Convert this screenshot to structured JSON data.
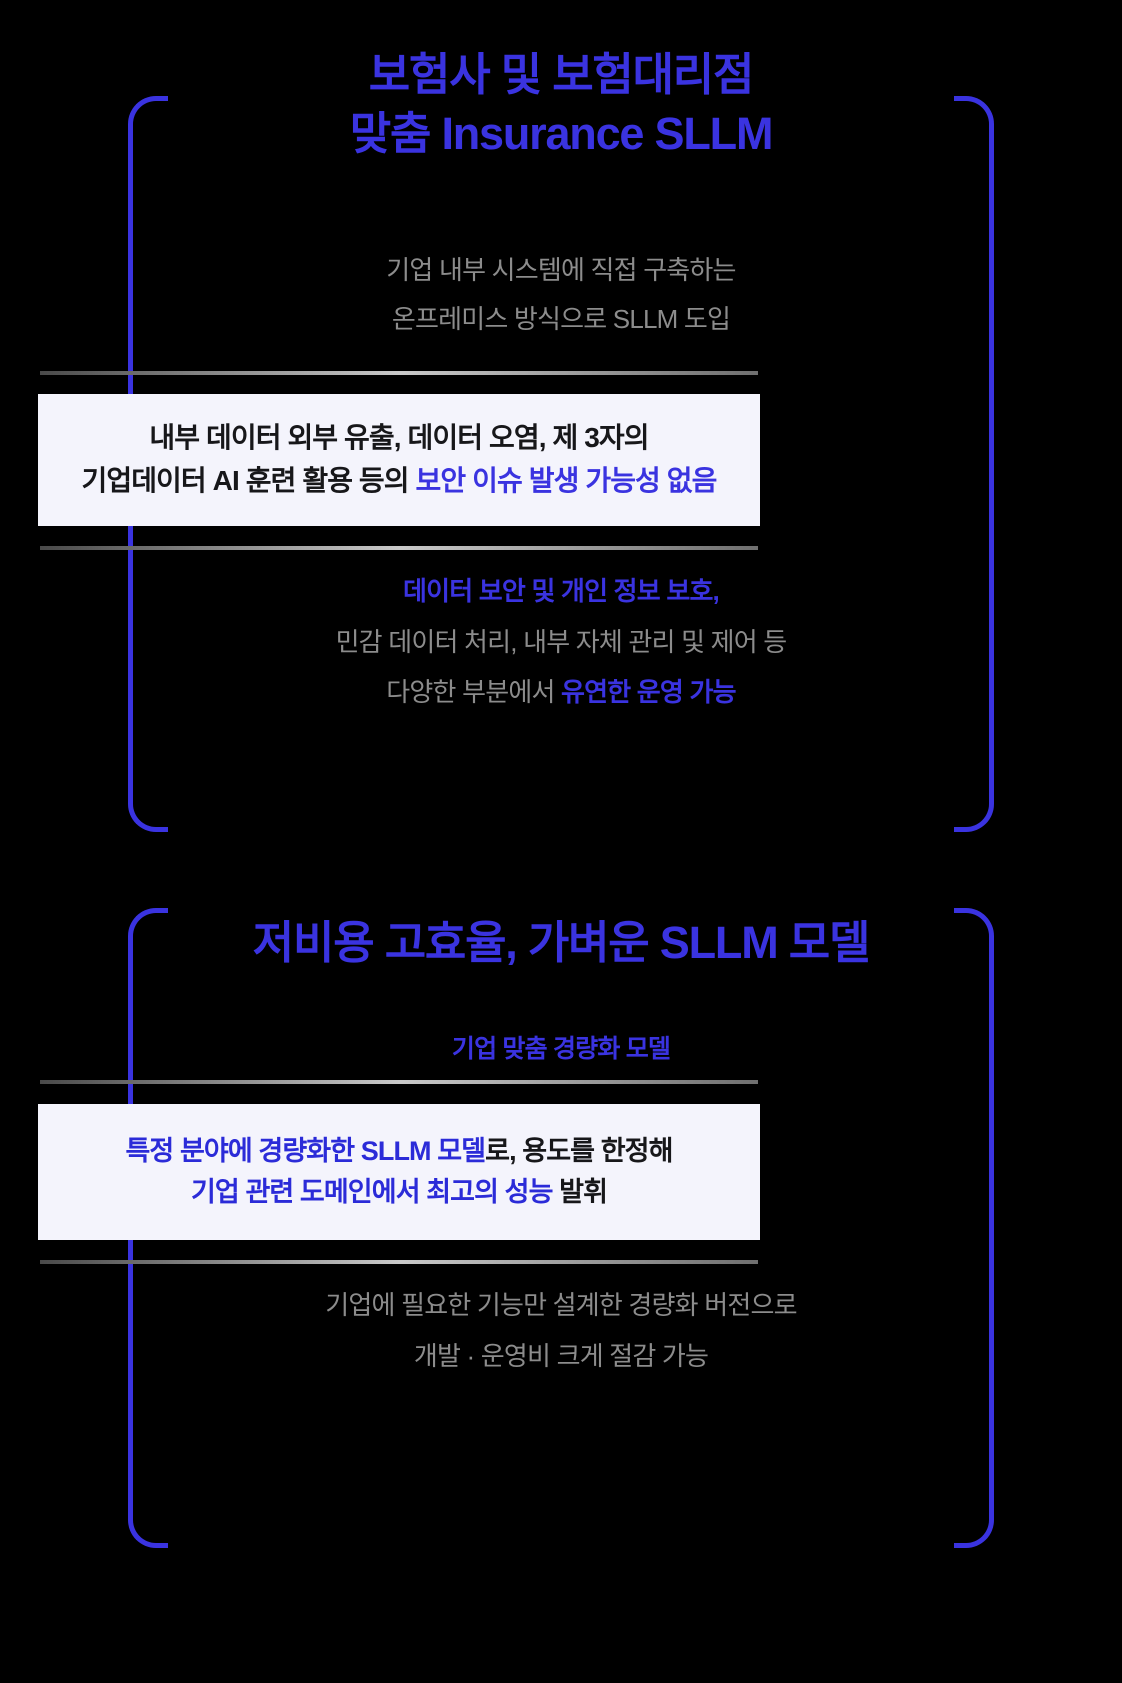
{
  "theme": {
    "background": "#000000",
    "accent": "#3A33E0",
    "muted_text": "#8C8C8C",
    "box_background": "#F4F4FC",
    "box_text": "#17171A"
  },
  "sections": [
    {
      "id": "insurance-sllm",
      "title_line1": "보험사 및 보험대리점",
      "title_line2": "맞춤 Insurance SLLM",
      "lead_line1": "기업 내부 시스템에 직접 구축하는",
      "lead_line2": "온프레미스 방식으로 SLLM 도입",
      "box": {
        "line1_plain": "내부 데이터 외부 유출, 데이터 오염, 제 3자의",
        "line2_plain": "기업데이터 AI 훈련 활용 등의 ",
        "line2_highlight": "보안 이슈 발생 가능성 없음"
      },
      "outro_line1": "데이터 보안 및 개인 정보 보호,",
      "outro_line2": "민감 데이터 처리, 내부 자체 관리 및 제어 등",
      "outro_line3_plain": "다양한 부분에서 ",
      "outro_line3_highlight": "유연한 운영 가능"
    },
    {
      "id": "lightweight-sllm",
      "title_line1": "저비용 고효율, 가벼운 SLLM 모델",
      "subtitle": "기업 맞춤 경량화 모델",
      "box": {
        "line1_highlight": "특정 분야에 경량화한 SLLM 모델",
        "line1_plain": "로, 용도를 한정해",
        "line2_highlight": "기업 관련 도메인에서 최고의 성능",
        "line2_plain": " 발휘"
      },
      "outro_line1": "기업에 필요한 기능만 설계한 경량화 버전으로",
      "outro_line2": "개발 · 운영비 크게 절감 가능"
    }
  ]
}
